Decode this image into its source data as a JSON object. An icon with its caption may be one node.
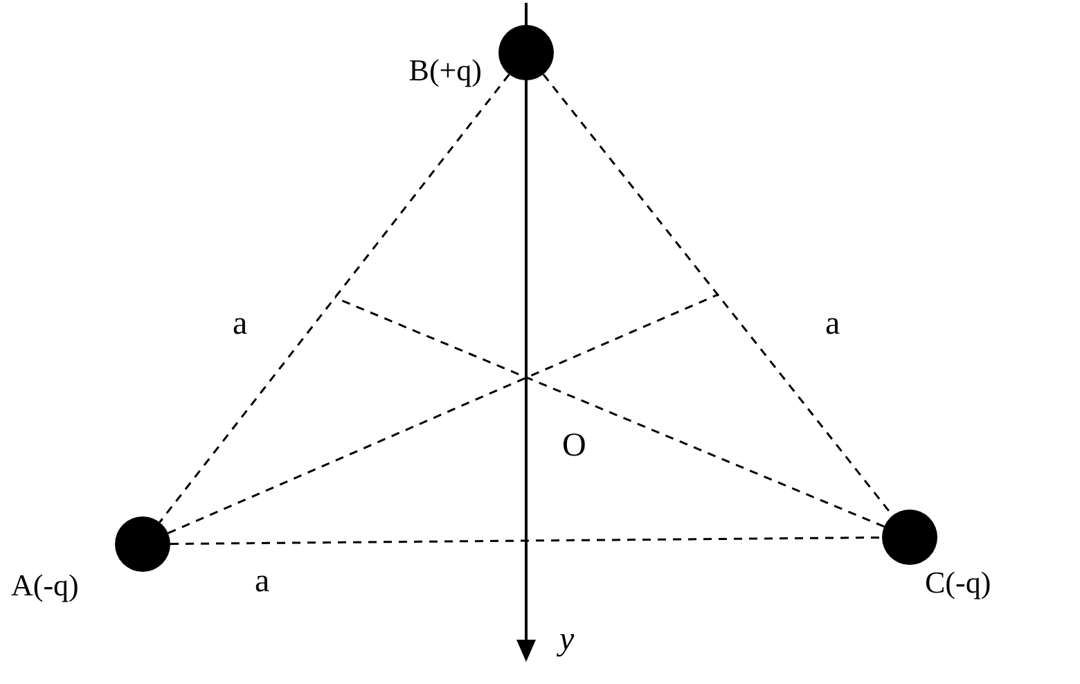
{
  "diagram": {
    "nodes": [
      {
        "text": [],
        "shape": "circle",
        "beside": [
          "B(+q)"
        ]
      },
      {
        "text": [],
        "shape": "circle",
        "beside": [
          "A(-q)"
        ]
      },
      {
        "text": [],
        "shape": "circle",
        "beside": [
          "C(-q)"
        ]
      }
    ],
    "edges": [
      {
        "from": 0,
        "to": 1,
        "arrow": "none",
        "style": "dashed",
        "label": "a"
      },
      {
        "from": 0,
        "to": 2,
        "arrow": "none",
        "style": "dashed",
        "label": "a"
      },
      {
        "from": 1,
        "to": 2,
        "arrow": "none",
        "style": "dashed",
        "label": "a"
      },
      {
        "from": 1,
        "to": null,
        "arrow": "none",
        "style": "dashed"
      },
      {
        "from": 2,
        "to": null,
        "arrow": "none",
        "style": "dashed"
      }
    ],
    "labels": [
      "O",
      "y"
    ]
  }
}
